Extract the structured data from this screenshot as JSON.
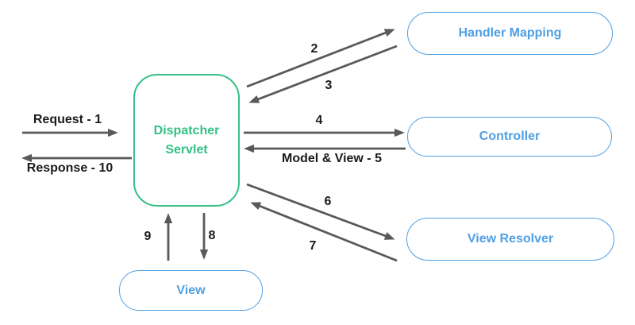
{
  "nodes": {
    "dispatcher_servlet": "Dispatcher Servlet",
    "handler_mapping": "Handler Mapping",
    "controller": "Controller",
    "view_resolver": "View Resolver",
    "view": "View"
  },
  "edge_labels": {
    "request": "Request - 1",
    "response": "Response - 10",
    "dispatcher_to_handler_mapping": "2",
    "handler_mapping_to_dispatcher": "3",
    "dispatcher_to_controller": "4",
    "controller_to_dispatcher": "Model & View - 5",
    "dispatcher_to_view_resolver": "6",
    "view_resolver_to_dispatcher": "7",
    "dispatcher_to_view": "8",
    "view_to_dispatcher": "9"
  },
  "colors": {
    "node_green": "#35c085",
    "node_blue": "#4f9fe4",
    "arrow_gray": "#58595b",
    "label_black": "#1a1a1a"
  }
}
